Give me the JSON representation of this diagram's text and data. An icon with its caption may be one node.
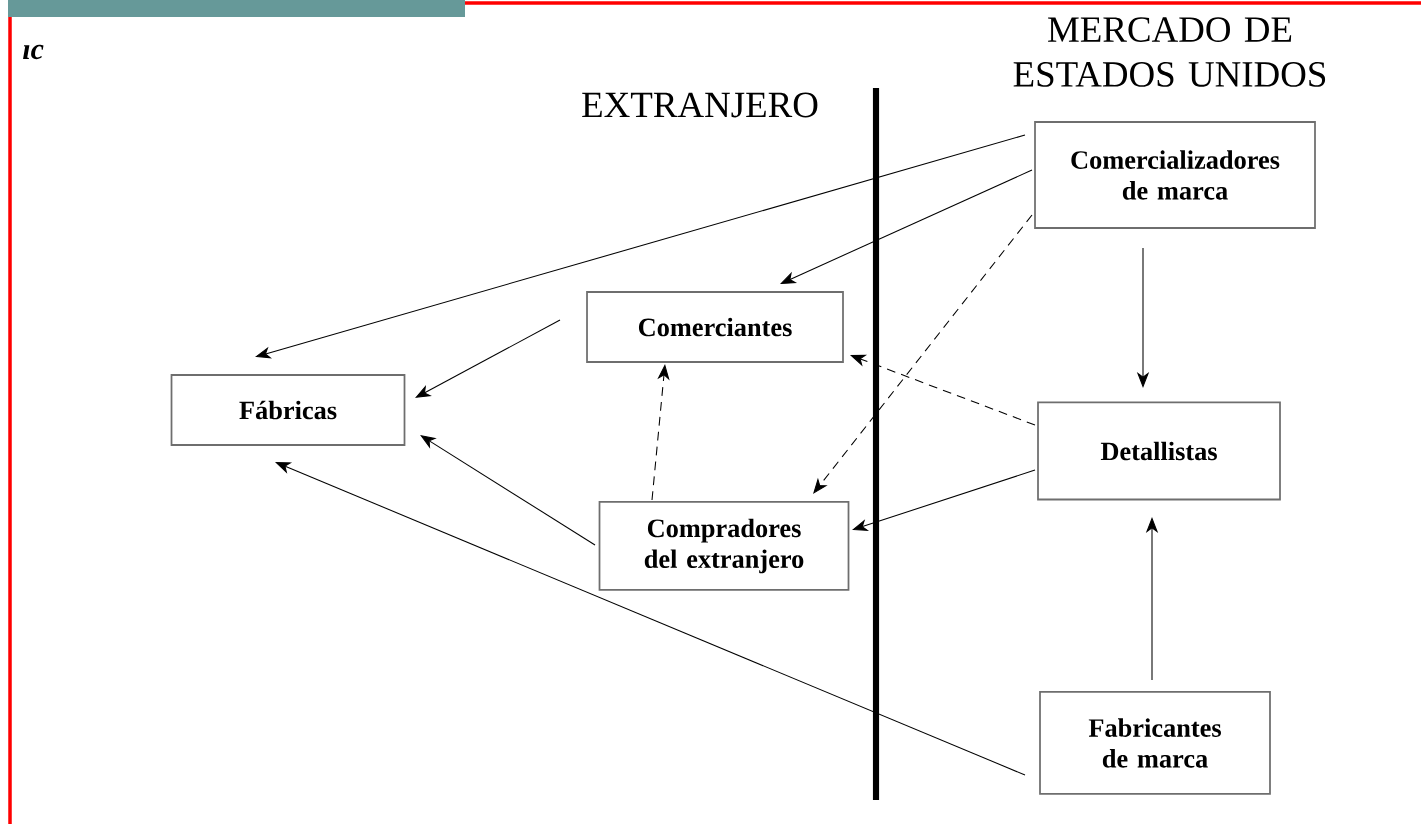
{
  "diagram": {
    "nodes": [
      {
        "text": [
          "Comercializadores de marca"
        ]
      },
      {
        "text": [
          "Comerciantes"
        ]
      },
      {
        "text": [
          "Fábricas"
        ]
      },
      {
        "text": [
          "Detallistas"
        ]
      },
      {
        "text": [
          "Compradores del extranjero"
        ]
      },
      {
        "text": [
          "Fabricantes de marca"
        ]
      }
    ],
    "edges": [
      {
        "from": 0,
        "to": 2,
        "arrow": "to"
      },
      {
        "from": 0,
        "to": 1,
        "arrow": "to"
      },
      {
        "from": 0,
        "to": 4,
        "arrow": "to",
        "style": "dashed"
      },
      {
        "from": 0,
        "to": 3,
        "arrow": "to"
      },
      {
        "from": 1,
        "to": 2,
        "arrow": "to"
      },
      {
        "from": 4,
        "to": 2,
        "arrow": "to"
      },
      {
        "from": 4,
        "to": 1,
        "arrow": "to",
        "style": "dashed"
      },
      {
        "from": 3,
        "to": 1,
        "arrow": "to",
        "style": "dashed"
      },
      {
        "from": 3,
        "to": 4,
        "arrow": "to"
      },
      {
        "from": 5,
        "to": 3,
        "arrow": "to"
      },
      {
        "from": 5,
        "to": 2,
        "arrow": "to"
      }
    ],
    "labels": [
      "ıc",
      "MERCADO DE ESTADOS UNIDOS",
      "EXTRANJERO"
    ]
  }
}
